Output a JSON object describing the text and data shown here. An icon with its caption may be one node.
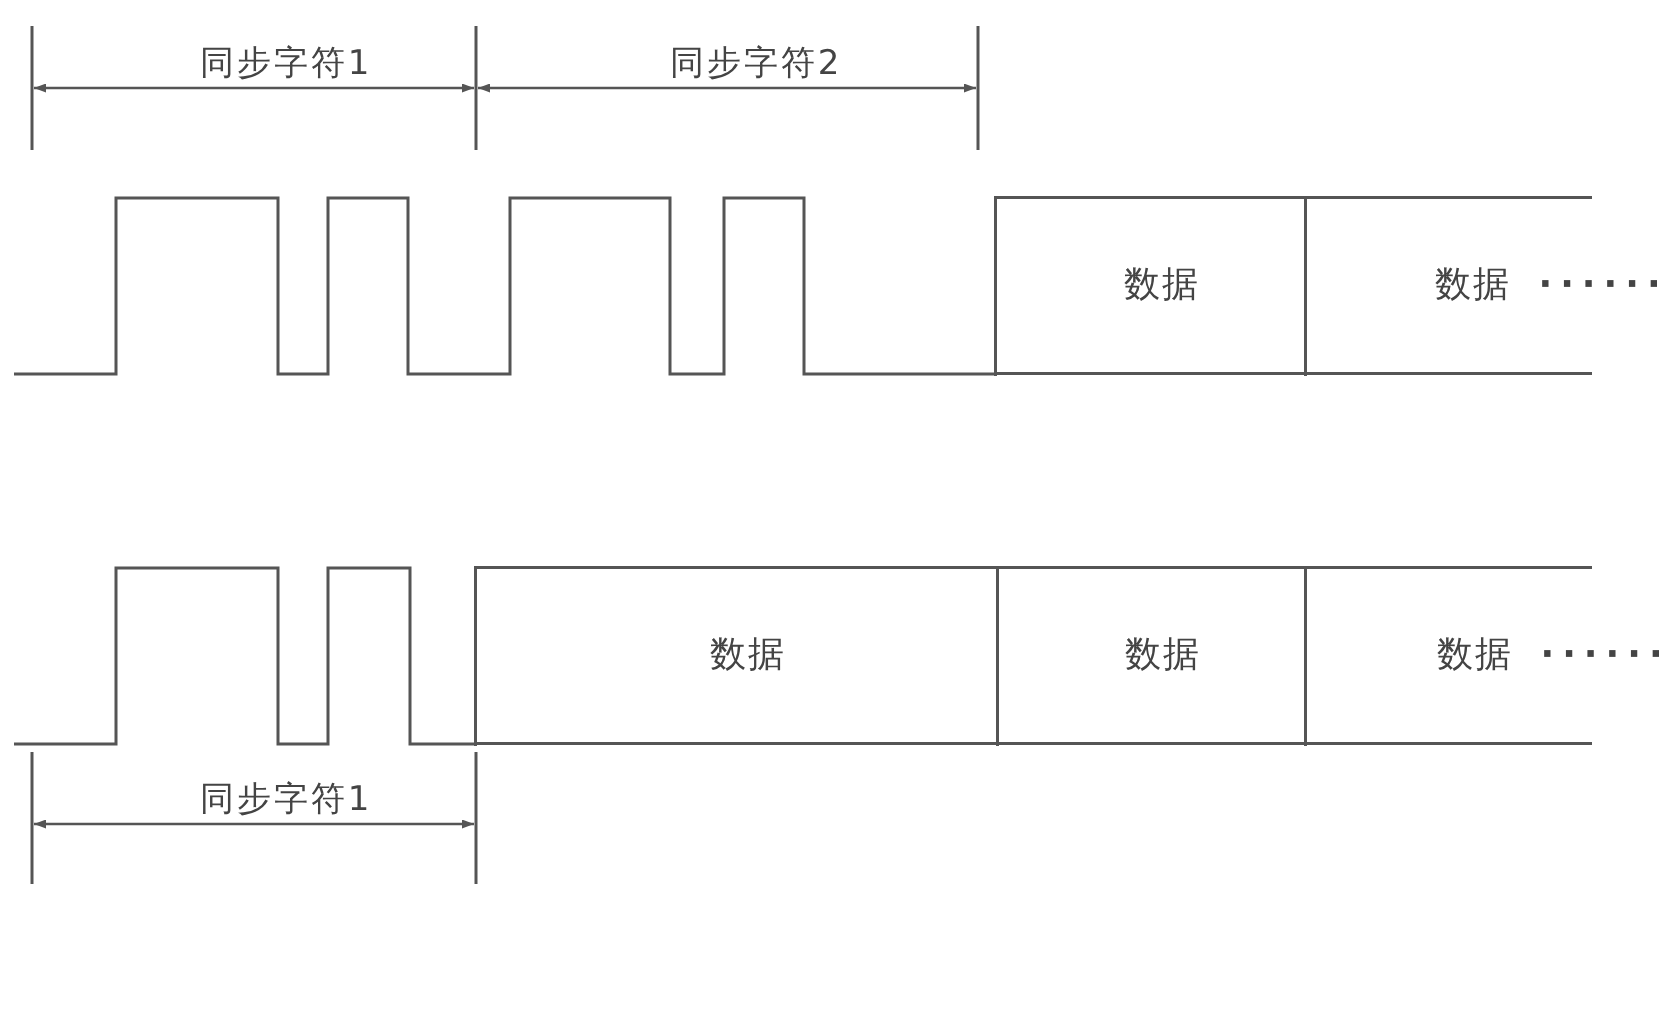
{
  "diagram": {
    "nodes": [
      {
        "text": [
          "数据"
        ]
      },
      {
        "text": [
          "数据",
          "······"
        ]
      },
      {
        "text": [
          "数据"
        ]
      },
      {
        "text": [
          "数据"
        ]
      },
      {
        "text": [
          "数据",
          "······"
        ]
      }
    ],
    "labels": [
      "同步字符1",
      "同步字符2",
      "同步字符1"
    ]
  }
}
